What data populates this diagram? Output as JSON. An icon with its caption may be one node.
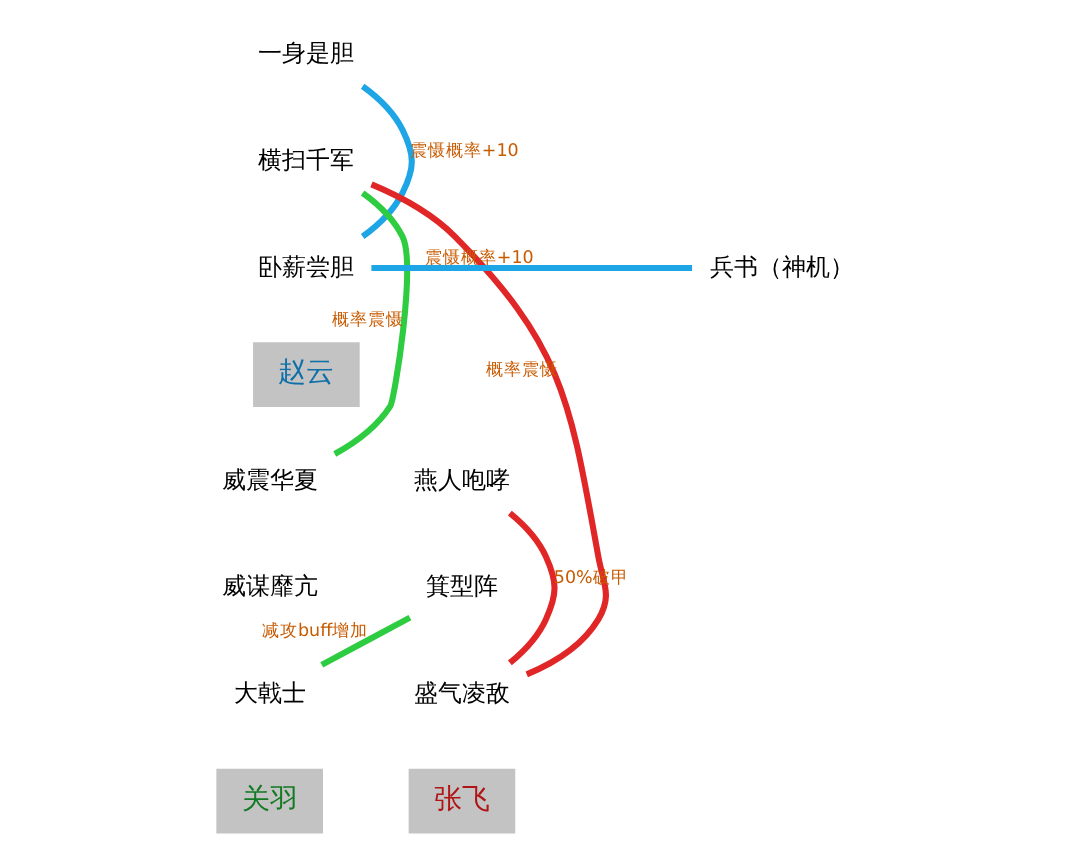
{
  "diagram": {
    "nodes": [
      {
        "text": [
          "一身是胆"
        ]
      },
      {
        "text": [
          "横扫千军"
        ]
      },
      {
        "text": [
          "卧薪尝胆"
        ]
      },
      {
        "text": [
          "兵书（神机）"
        ]
      },
      {
        "text": [
          "赵云"
        ]
      },
      {
        "text": [
          "威震华夏"
        ]
      },
      {
        "text": [
          "威谋靡亢"
        ]
      },
      {
        "text": [
          "大戟士"
        ]
      },
      {
        "text": [
          "关羽"
        ]
      },
      {
        "text": [
          "燕人咆哮"
        ]
      },
      {
        "text": [
          "箕型阵"
        ]
      },
      {
        "text": [
          "盛气凌敌"
        ]
      },
      {
        "text": [
          "张飞"
        ]
      }
    ],
    "edges": [
      {
        "from": 0,
        "to": 2,
        "arrow": "none",
        "label": "震慑概率+10",
        "color": "#1ea5e6"
      },
      {
        "from": 2,
        "to": 3,
        "arrow": "none",
        "label": "震慑概率+10",
        "color": "#1ea5e6"
      },
      {
        "from": 1,
        "to": 5,
        "arrow": "none",
        "label": "概率震慑",
        "color": "#2ecc40"
      },
      {
        "from": 1,
        "to": 11,
        "arrow": "none",
        "label": "概率震慑",
        "color": "#e02626"
      },
      {
        "from": 7,
        "to": 10,
        "arrow": "none",
        "label": "减攻buff增加",
        "color": "#2ecc40"
      },
      {
        "from": 9,
        "to": 11,
        "arrow": "none",
        "label": "50%破甲",
        "color": "#e02626"
      }
    ]
  }
}
